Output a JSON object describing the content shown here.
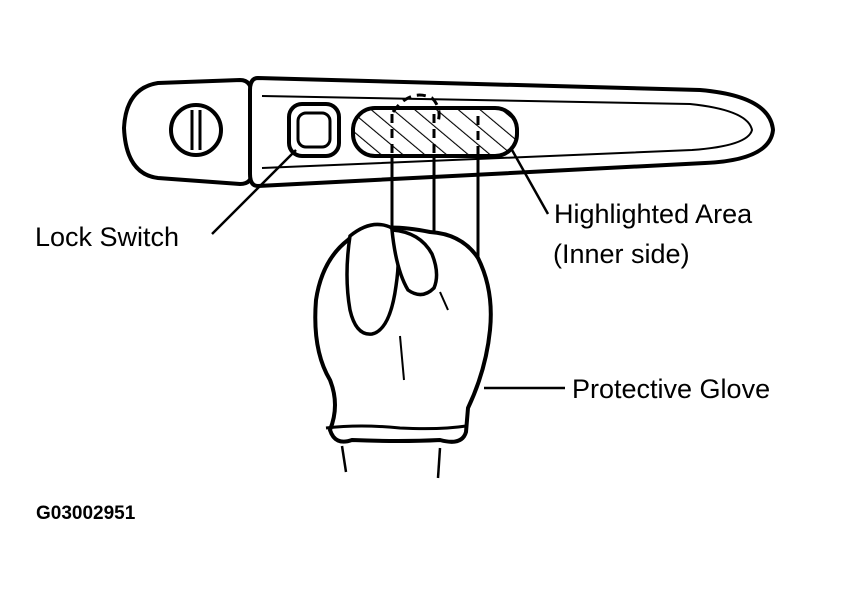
{
  "labels": {
    "lock_switch": "Lock Switch",
    "highlighted_area_line1": "Highlighted Area",
    "highlighted_area_line2": "(Inner side)",
    "protective_glove": "Protective Glove"
  },
  "figure_id": "G03002951",
  "colors": {
    "line": "#000000",
    "background": "#ffffff"
  },
  "icons": {
    "key_cylinder": "key-cylinder-icon",
    "lock_switch": "lock-switch-icon",
    "glove": "glove-icon"
  }
}
